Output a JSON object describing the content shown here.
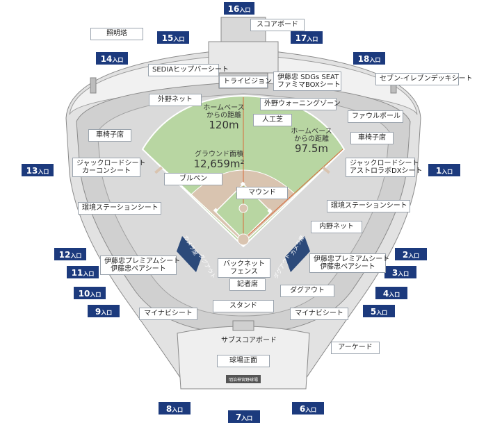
{
  "colors": {
    "gate_bg": "#1c3a7d",
    "field_green": "#b8d6a2",
    "infield_dirt": "#d9c4b0",
    "stands_gray": "#d6d6d6",
    "roof_gray": "#e8e8e8",
    "callout_border": "#9aa3ad"
  },
  "gates": [
    {
      "id": "g16",
      "number": "16",
      "suffix": "入口"
    },
    {
      "id": "g15",
      "number": "15",
      "suffix": "入口"
    },
    {
      "id": "g17",
      "number": "17",
      "suffix": "入口"
    },
    {
      "id": "g14",
      "number": "14",
      "suffix": "入口"
    },
    {
      "id": "g18",
      "number": "18",
      "suffix": "入口"
    },
    {
      "id": "g13",
      "number": "13",
      "suffix": "入口"
    },
    {
      "id": "g1",
      "number": "1",
      "suffix": "入口"
    },
    {
      "id": "g12",
      "number": "12",
      "suffix": "入口"
    },
    {
      "id": "g2",
      "number": "2",
      "suffix": "入口"
    },
    {
      "id": "g11",
      "number": "11",
      "suffix": "入口"
    },
    {
      "id": "g3",
      "number": "3",
      "suffix": "入口"
    },
    {
      "id": "g10",
      "number": "10",
      "suffix": "入口"
    },
    {
      "id": "g4",
      "number": "4",
      "suffix": "入口"
    },
    {
      "id": "g9",
      "number": "9",
      "suffix": "入口"
    },
    {
      "id": "g5",
      "number": "5",
      "suffix": "入口"
    },
    {
      "id": "g8",
      "number": "8",
      "suffix": "入口"
    },
    {
      "id": "g7",
      "number": "7",
      "suffix": "入口"
    },
    {
      "id": "g6",
      "number": "6",
      "suffix": "入口"
    }
  ],
  "labels": {
    "scoreboard": "スコアボード",
    "lights": "照明塔",
    "sedia": "SEDIAヒップバーシート",
    "trivision": "トライビジョン",
    "itochu_sdgs_1": "伊藤忠 SDGs SEAT",
    "itochu_sdgs_2": "ファミマBOXシート",
    "seven_deck": "セブン-イレブンデッキシート",
    "outfield_net": "外野ネット",
    "outfield_warning": "外野ウォーニングゾーン",
    "foul_pole": "ファウルポール",
    "artificial_turf": "人工芝",
    "wheelchair_left": "車椅子席",
    "wheelchair_right": "車椅子席",
    "jack_left_1": "ジャックロードシート",
    "jack_left_2": "カーコンシート",
    "jack_right_1": "ジャックロードシート",
    "jack_right_2": "アストロラボDXシート",
    "bullpen": "ブルペン",
    "mound": "マウンド",
    "env_left": "環境ステーションシート",
    "env_right": "環境ステーションシート",
    "infield_net": "内野ネット",
    "backnet_1": "バックネット",
    "backnet_2": "フェンス",
    "press": "記者席",
    "dugout": "ダグアウト",
    "premium_left_1": "伊藤忠プレミアムシート",
    "premium_left_2": "伊藤忠ペアシート",
    "premium_right_1": "伊藤忠プレミアムシート",
    "premium_right_2": "伊藤忠ペアシート",
    "stand": "スタンド",
    "mynavi_left": "マイナビシート",
    "mynavi_right": "マイナビシート",
    "sub_scoreboard": "サブスコアボード",
    "arcade": "アーケード",
    "front": "球場正面",
    "camera_left": "カメラ席",
    "camera_right": "カメラ席",
    "dugout_left_vert": "ダグアウト",
    "dugout_right_vert": "ダグアウト"
  },
  "field_info": {
    "center_label_1": "ホームベース",
    "center_label_2": "からの距離",
    "center_value": "120m",
    "side_label_1": "ホームベース",
    "side_label_2": "からの距離",
    "side_value": "97.5m",
    "area_label": "グラウンド面積",
    "area_value": "12,659m²"
  },
  "building_sign": "明治神宮野球場"
}
